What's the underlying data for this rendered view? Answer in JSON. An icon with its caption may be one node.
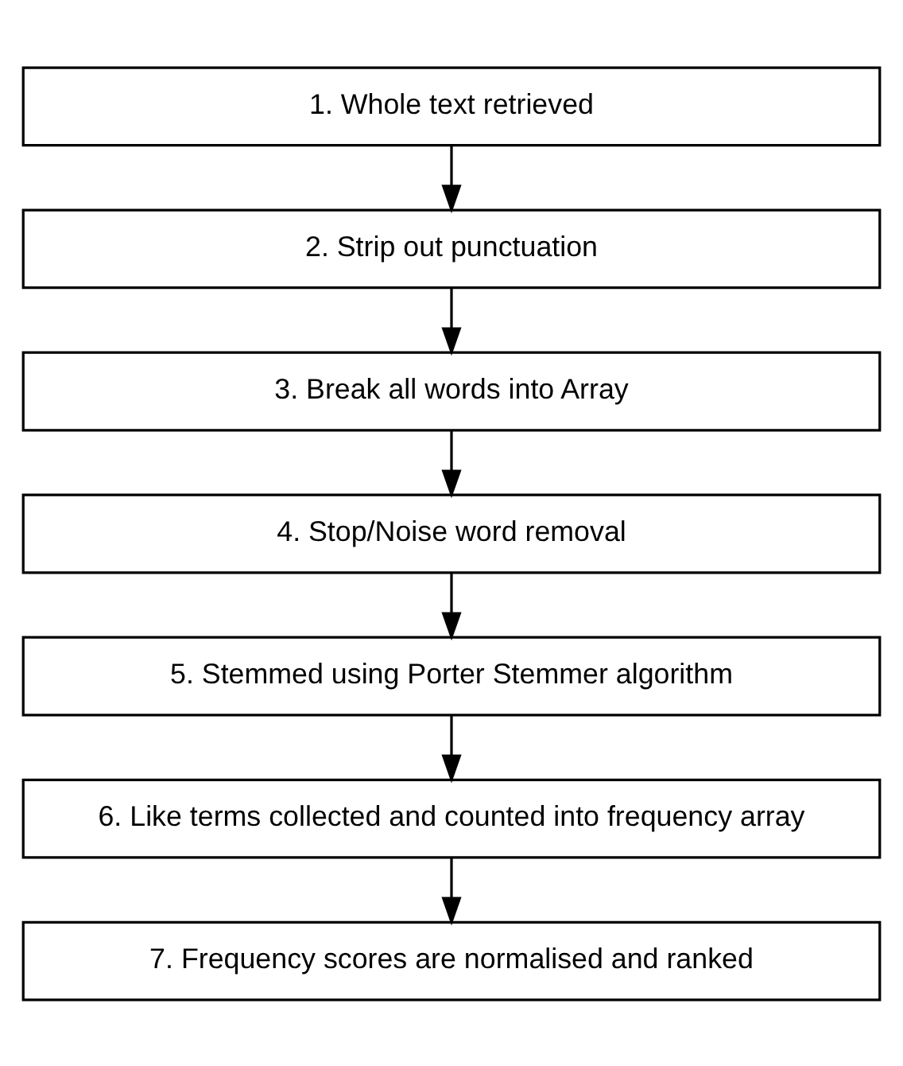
{
  "diagram": {
    "nodes": [
      {
        "text": [
          "1. Whole text retrieved"
        ]
      },
      {
        "text": [
          "2. Strip out punctuation"
        ]
      },
      {
        "text": [
          "3. Break all words into Array"
        ]
      },
      {
        "text": [
          "4. Stop/Noise word removal"
        ]
      },
      {
        "text": [
          "5. Stemmed using Porter Stemmer algorithm"
        ]
      },
      {
        "text": [
          "6. Like terms collected and counted into frequency array"
        ]
      },
      {
        "text": [
          "7. Frequency scores are normalised and ranked"
        ]
      }
    ],
    "edges": [
      {
        "from": 0,
        "to": 1,
        "arrow": "to"
      },
      {
        "from": 1,
        "to": 2,
        "arrow": "to"
      },
      {
        "from": 2,
        "to": 3,
        "arrow": "to"
      },
      {
        "from": 3,
        "to": 4,
        "arrow": "to"
      },
      {
        "from": 4,
        "to": 5,
        "arrow": "to"
      },
      {
        "from": 5,
        "to": 6,
        "arrow": "to"
      }
    ]
  }
}
